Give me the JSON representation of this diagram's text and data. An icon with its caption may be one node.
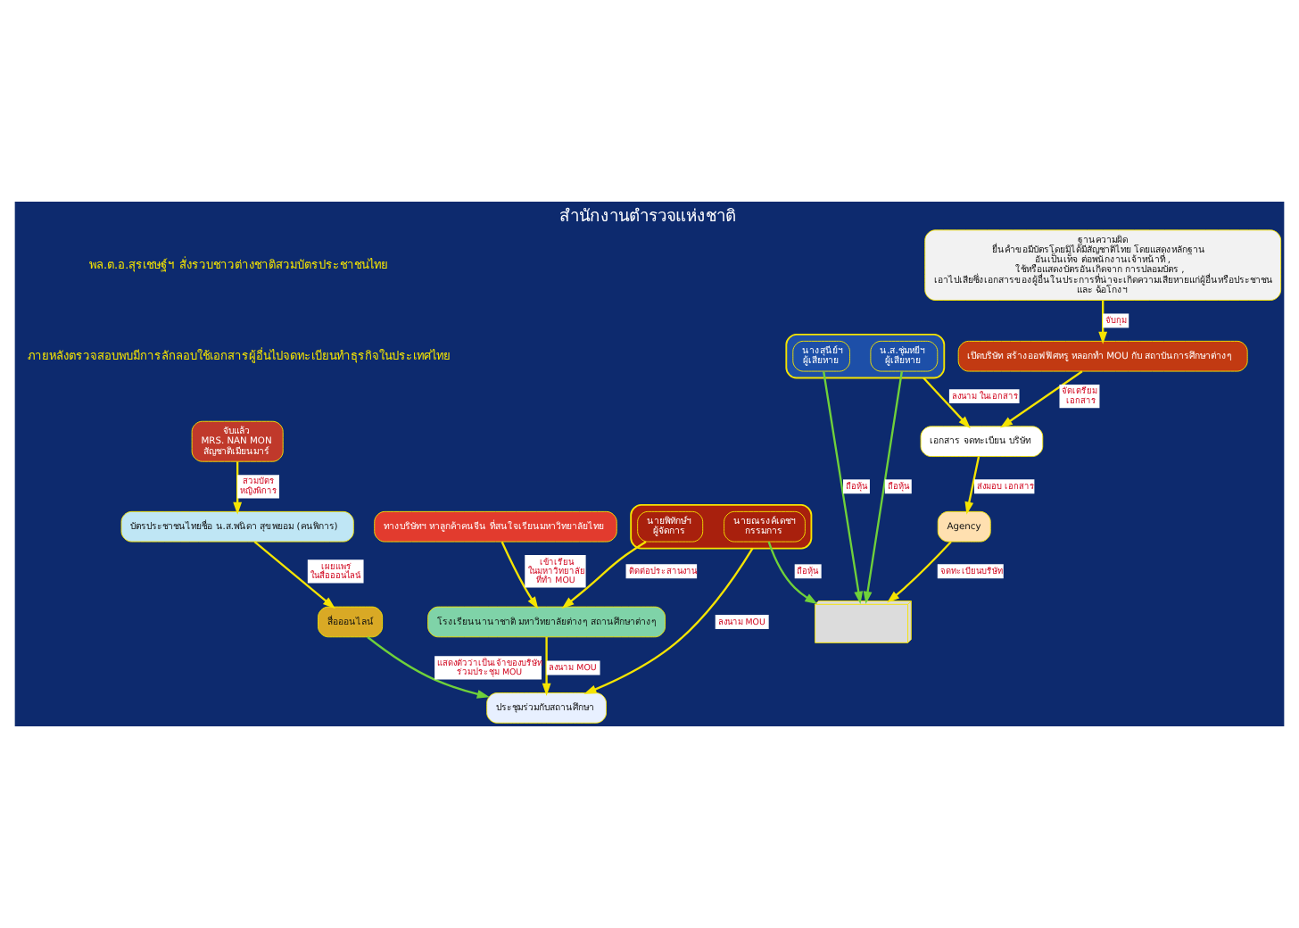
{
  "diagram": {
    "title": "สำนักงานตำรวจแห่งชาติ",
    "nodes": [
      {
        "text": [
          "จับแล้ว",
          "MRS. NAN MON",
          "สัญชาติเมียนมาร์"
        ]
      },
      {
        "text": [
          "เปิดบริษัท สร้างออฟฟิศหรู หลอกทำ MOU กับ สถาบันการศึกษาต่างๆ"
        ]
      },
      {
        "text": [
          "ฐานความผิด",
          "ยื่นคำขอมีบัตรโดยมิได้มีสัญชาติไทย โดยแสดงหลักฐาน อันเป็นเท็จ ต่อพนักงานเจ้าหน้าที่ , ใช้หรือแสดงบัตรอันเกิดจาก การปลอมบัตร , เอาไปเสียซึ่งเอกสารของผู้อื่นในประการที่น่าจะเกิดความเสียหายแก่ผู้อื่นหรือประชาชน และ ฉ้อโกงฯ"
        ]
      },
      {
        "text": [
          "เอกสาร จดทะเบียน บริษัท"
        ]
      },
      {
        "text": [
          "บัตรประชาชนไทยชื่อ น.ส.พนิดา สุขพยอม (คนพิการ)"
        ]
      },
      {
        "text": [],
        "shape": "box"
      },
      {
        "text": [
          "น.ส.ชุ่มหยีฯ",
          "ผู้เสียหาย"
        ],
        "in": 5
      },
      {
        "text": [
          "นางสุนีย์ฯ",
          "ผู้เสียหาย"
        ],
        "in": 5
      },
      {
        "text": [],
        "shape": "box"
      },
      {
        "text": [
          "นายณรงค์เดชฯ",
          "กรรมการ"
        ],
        "in": 8
      },
      {
        "text": [
          "นายพิทักษ์ฯ",
          "ผู้จัดการ"
        ],
        "in": 8
      },
      {
        "text": [],
        "shape": "picture"
      },
      {
        "text": [
          "Agency"
        ]
      },
      {
        "text": [
          "สื่อออนไลน์"
        ]
      },
      {
        "text": [
          "ประชุมร่วมกับสถานศึกษา"
        ]
      },
      {
        "text": [
          "โรงเรียนนานาชาติ มหาวิทยาลัยต่างๆ สถานศึกษาต่างๆ"
        ]
      },
      {
        "text": [
          "ทางบริษัทฯ หาลูกค้าคนจีน ที่สนใจเรียนมหาวิทยาลัยไทย"
        ]
      }
    ],
    "edges": [
      {
        "from": 2,
        "to": 1,
        "arrow": "to",
        "label": "จับกุม"
      },
      {
        "from": 0,
        "to": 4,
        "arrow": "to",
        "label": "สวมบัตร หญิงพิการ"
      },
      {
        "from": 1,
        "to": 3,
        "arrow": "to",
        "label": "จัดเตรียม เอกสาร"
      },
      {
        "from": 5,
        "to": 3,
        "arrow": "to",
        "label": "ลงนาม ในเอกสาร"
      },
      {
        "from": 3,
        "to": 12,
        "arrow": "to",
        "label": "ส่งมอบ เอกสาร"
      },
      {
        "from": 6,
        "to": 11,
        "arrow": "to",
        "label": "ถือหุ้น",
        "color": "#6fd13a"
      },
      {
        "from": 7,
        "to": 11,
        "arrow": "to",
        "label": "ถือหุ้น",
        "color": "#6fd13a"
      },
      {
        "from": 9,
        "to": 11,
        "arrow": "to",
        "label": "ถือหุ้น",
        "color": "#6fd13a"
      },
      {
        "from": 12,
        "to": 11,
        "arrow": "to",
        "label": "จดทะเบียนบริษัท"
      },
      {
        "from": 4,
        "to": 13,
        "arrow": "to",
        "label": "เผยแพร่ ในสื่อออนไลน์"
      },
      {
        "from": 8,
        "to": 14,
        "arrow": "to",
        "label": "ลงนาม MOU"
      },
      {
        "from": 10,
        "to": 15,
        "arrow": "to",
        "label": "ติดต่อประสานงาน"
      },
      {
        "from": 16,
        "to": 15,
        "arrow": "to",
        "label": "เข้าเรียน ในมหาวิทยาลัย ที่ทำ MOU"
      },
      {
        "from": 15,
        "to": 14,
        "arrow": "to",
        "label": "ลงนาม MOU"
      },
      {
        "from": 13,
        "to": 14,
        "arrow": "to",
        "label": "แสดงตัวว่าเป็นเจ้าของบริษัท ร่วมประชุม MOU",
        "color": "#6fd13a"
      }
    ],
    "labels": [
      "พล.ต.อ.สุรเชษฐ์ฯ สั่งรวบชาวต่างชาติสวมบัตรประชาชนไทย",
      "ภายหลังตรวจสอบพบมีการลักลอบใช้เอกสารผู้อื่นไปจดทะเบียนทำธุรกิจในประเทศไทย"
    ]
  }
}
